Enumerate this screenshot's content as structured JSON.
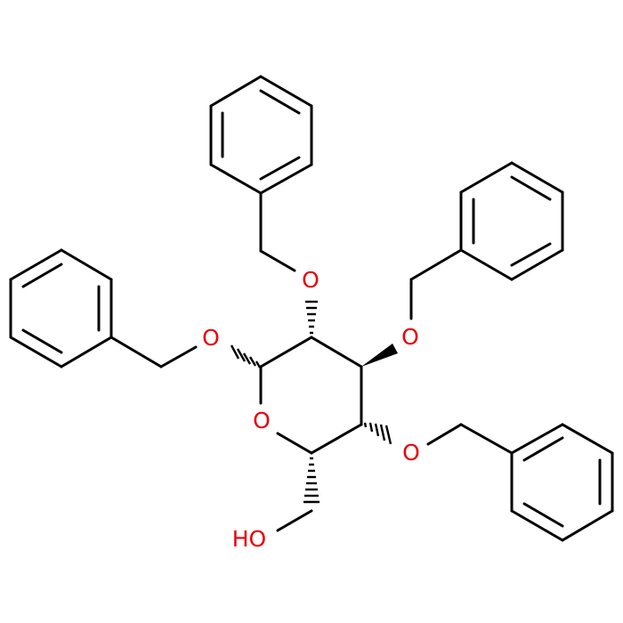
{
  "molecule": {
    "bond_color": "#000000",
    "heteroatom_color": "#e8000b",
    "atom_labels": {
      "o_ring": "O",
      "o_c1": "O",
      "o_c2": "O",
      "o_c3": "O",
      "o_c4": "O",
      "hydroxyl": "HO"
    }
  }
}
